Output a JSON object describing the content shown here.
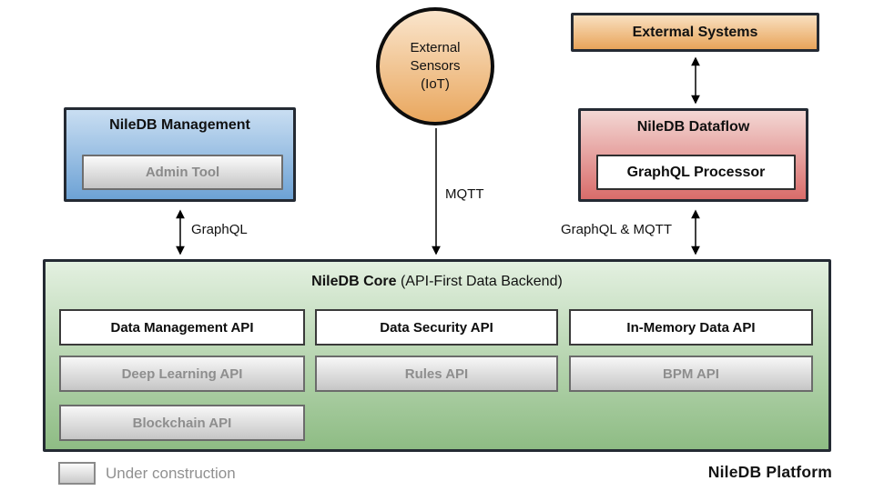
{
  "nodes": {
    "management": {
      "title": "NileDB Management",
      "child": "Admin Tool"
    },
    "sensors": {
      "line1": "External",
      "line2": "Sensors",
      "line3": "(IoT)"
    },
    "external_systems": {
      "title": "Extermal Systems"
    },
    "dataflow": {
      "title": "NileDB Dataflow",
      "child": "GraphQL Processor"
    },
    "core": {
      "title_bold": "NileDB Core",
      "title_rest": " (API-First Data Backend)",
      "row1": [
        "Data Management API",
        "Data Security API",
        "In-Memory Data API"
      ],
      "row2": [
        "Deep Learning API",
        "Rules API",
        "BPM API"
      ],
      "row3": [
        "Blockchain API"
      ]
    }
  },
  "edges": {
    "management_core": "GraphQL",
    "sensors_core": "MQTT",
    "dataflow_core": "GraphQL & MQTT"
  },
  "legend": {
    "label": "Under construction"
  },
  "footer": {
    "brand": "NileDB Platform"
  },
  "colors": {
    "management_top": "#c9def2",
    "management_bottom": "#6da2d5",
    "dataflow_top": "#f3d7d4",
    "dataflow_bottom": "#d96c6a",
    "orange_top": "#f9e0c0",
    "orange_bottom": "#e8a45a",
    "core_top": "#e3f0e0",
    "core_bottom": "#8ebc84",
    "gray_box_top": "#f7f7f7",
    "gray_box_bottom": "#c6c6c6",
    "border_dark": "#242a33",
    "arrow": "#000000",
    "muted_text": "#8e8e8e"
  }
}
